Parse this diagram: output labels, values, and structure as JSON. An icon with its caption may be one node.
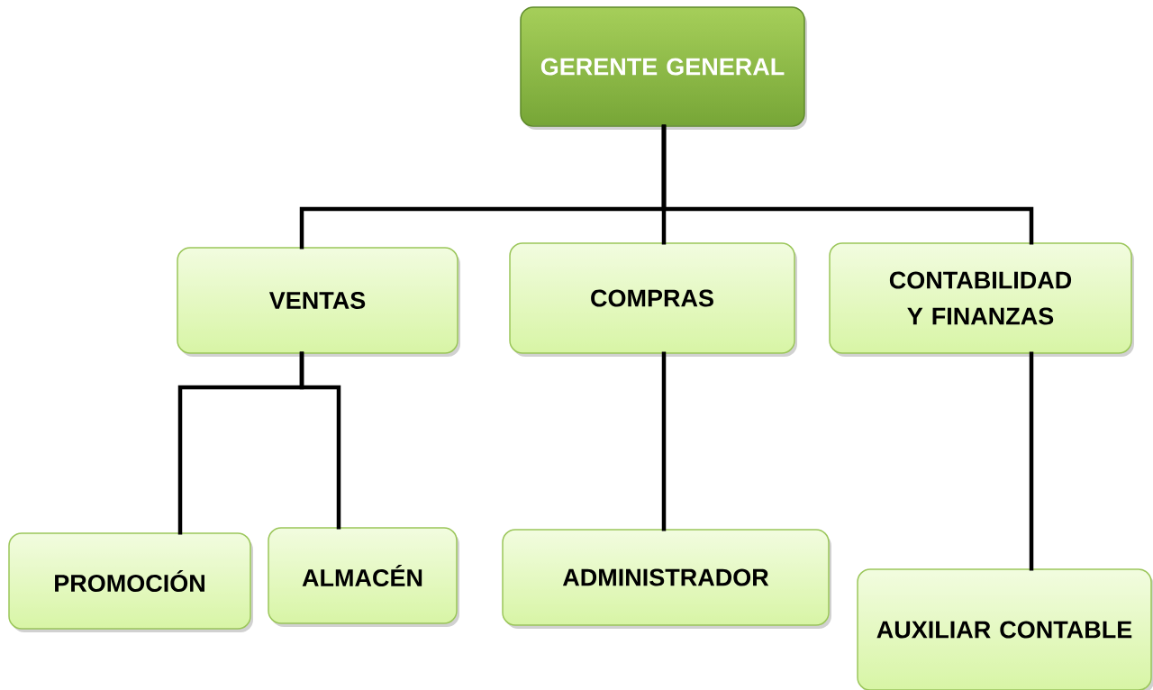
{
  "diagram": {
    "nodes": [
      {
        "text": [
          "GERENTE GENERAL"
        ]
      },
      {
        "text": [
          "VENTAS"
        ]
      },
      {
        "text": [
          "COMPRAS"
        ]
      },
      {
        "text": [
          "CONTABILIDAD Y FINANZAS"
        ]
      },
      {
        "text": [
          "PROMOCIÓN"
        ]
      },
      {
        "text": [
          "ALMACÉN"
        ]
      },
      {
        "text": [
          "ADMINISTRADOR"
        ]
      },
      {
        "text": [
          "AUXILIAR CONTABLE"
        ]
      }
    ],
    "edges": [
      {
        "from": 0,
        "to": 1,
        "arrow": "none"
      },
      {
        "from": 0,
        "to": 2,
        "arrow": "none"
      },
      {
        "from": 0,
        "to": 3,
        "arrow": "none"
      },
      {
        "from": 1,
        "to": 4,
        "arrow": "none"
      },
      {
        "from": 1,
        "to": 5,
        "arrow": "none"
      },
      {
        "from": 2,
        "to": 6,
        "arrow": "none"
      },
      {
        "from": 3,
        "to": 7,
        "arrow": "none"
      }
    ]
  }
}
